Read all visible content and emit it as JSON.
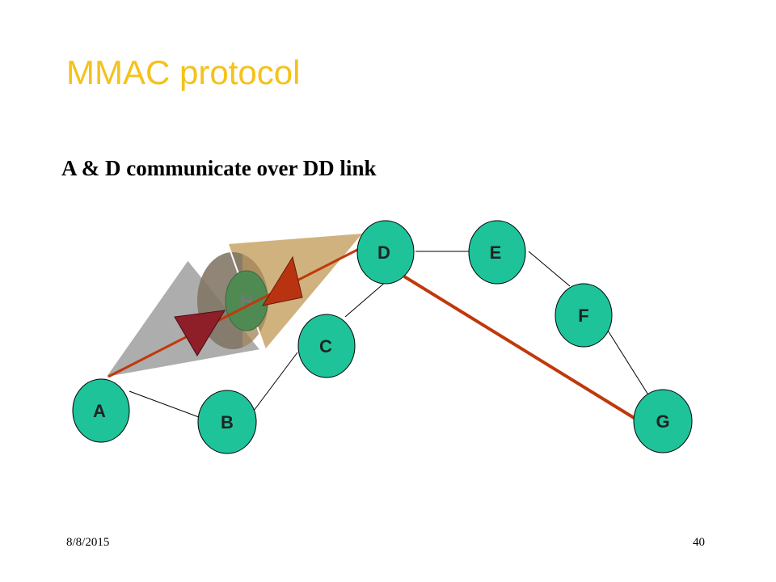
{
  "slide": {
    "title": "MMAC protocol",
    "subtitle": "A & D communicate over DD link",
    "date": "8/8/2015",
    "page_number": "40"
  },
  "colors": {
    "title": "#f5c21a",
    "node_fill": "#1ec39a",
    "node_hidden_fill": "#4f8a52",
    "dd_link": "#c0390b",
    "beam_gray": "#8a8a8a",
    "beam_tan": "#c8a468",
    "arrow_fwd": "#b83410",
    "arrow_back": "#8e1e28"
  },
  "nodes": [
    {
      "id": "A",
      "label": "A"
    },
    {
      "id": "B",
      "label": "B"
    },
    {
      "id": "C",
      "label": "C"
    },
    {
      "id": "D",
      "label": "D"
    },
    {
      "id": "E",
      "label": "E"
    },
    {
      "id": "F",
      "label": "F"
    },
    {
      "id": "G",
      "label": "G"
    },
    {
      "id": "H",
      "label": "H",
      "hidden": true
    }
  ],
  "links": [
    {
      "from": "A",
      "to": "B",
      "type": "normal"
    },
    {
      "from": "B",
      "to": "C",
      "type": "normal"
    },
    {
      "from": "C",
      "to": "D",
      "type": "normal"
    },
    {
      "from": "D",
      "to": "E",
      "type": "normal"
    },
    {
      "from": "E",
      "to": "F",
      "type": "normal"
    },
    {
      "from": "F",
      "to": "G",
      "type": "normal"
    },
    {
      "from": "A",
      "to": "D",
      "type": "dd"
    },
    {
      "from": "D",
      "to": "G",
      "type": "dd"
    }
  ]
}
